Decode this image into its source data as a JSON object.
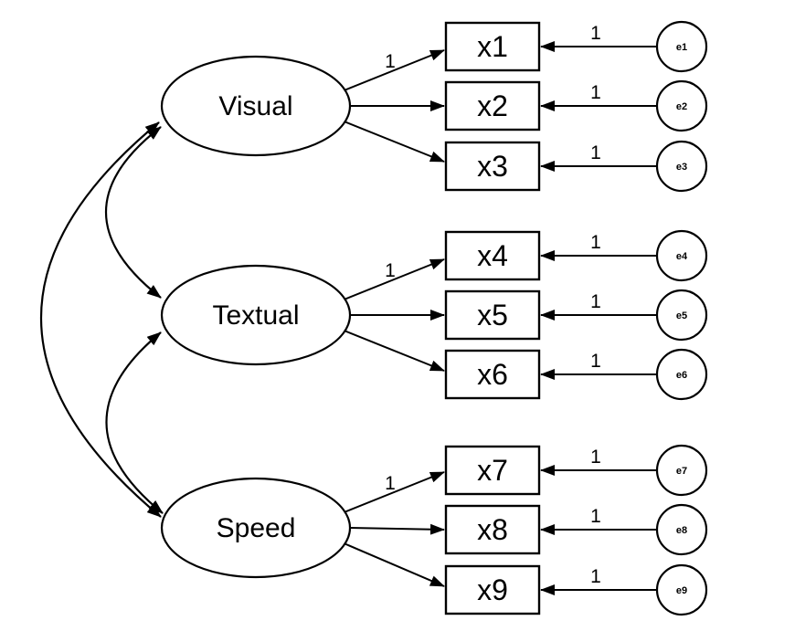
{
  "model": {
    "type": "confirmatory-factor-analysis-path-diagram",
    "colors": {
      "stroke": "#000000",
      "background": "#ffffff"
    },
    "factors": [
      {
        "name": "Visual",
        "loading_label": "1",
        "indicators": [
          {
            "name": "x1",
            "error": "e1",
            "error_label": "1"
          },
          {
            "name": "x2",
            "error": "e2",
            "error_label": "1"
          },
          {
            "name": "x3",
            "error": "e3",
            "error_label": "1"
          }
        ]
      },
      {
        "name": "Textual",
        "loading_label": "1",
        "indicators": [
          {
            "name": "x4",
            "error": "e4",
            "error_label": "1"
          },
          {
            "name": "x5",
            "error": "e5",
            "error_label": "1"
          },
          {
            "name": "x6",
            "error": "e6",
            "error_label": "1"
          }
        ]
      },
      {
        "name": "Speed",
        "loading_label": "1",
        "indicators": [
          {
            "name": "x7",
            "error": "e7",
            "error_label": "1"
          },
          {
            "name": "x8",
            "error": "e8",
            "error_label": "1"
          },
          {
            "name": "x9",
            "error": "e9",
            "error_label": "1"
          }
        ]
      }
    ],
    "covariances": [
      {
        "between": "Visual-Textual"
      },
      {
        "between": "Textual-Speed"
      },
      {
        "between": "Visual-Speed"
      }
    ]
  }
}
